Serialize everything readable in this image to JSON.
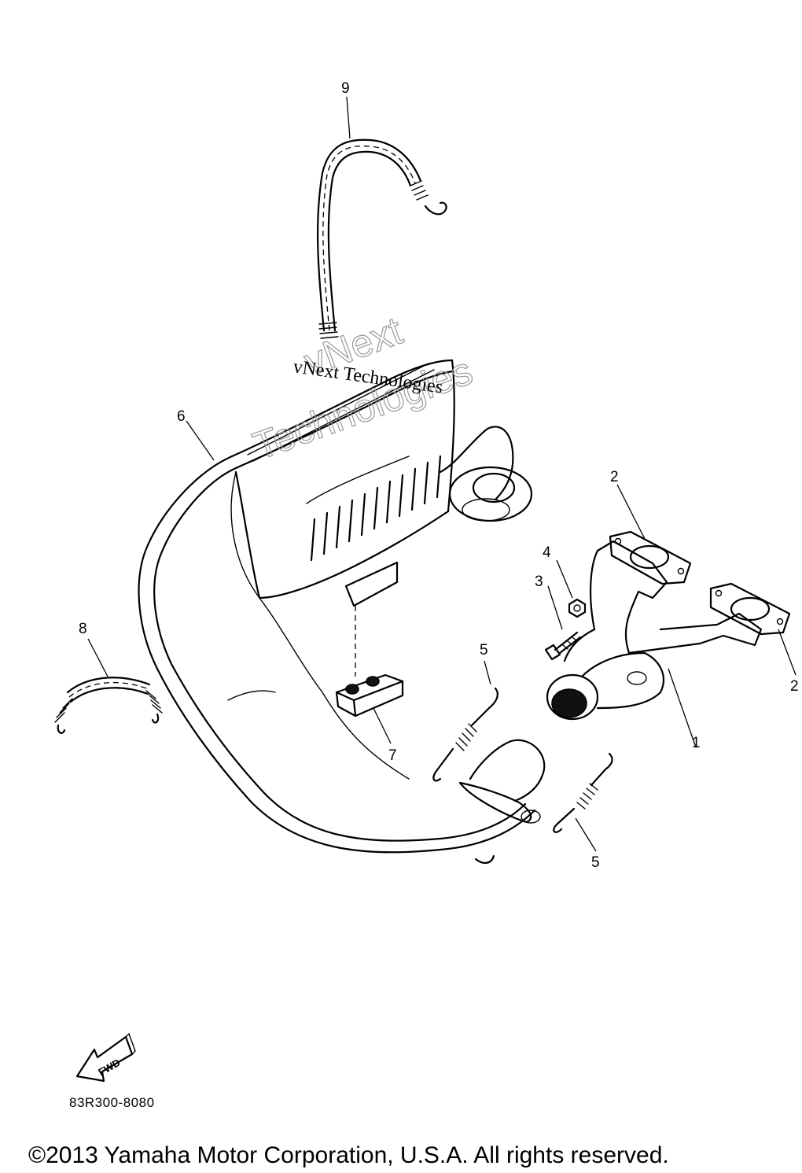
{
  "callouts": [
    "1",
    "2",
    "2",
    "3",
    "4",
    "5",
    "5",
    "6",
    "7",
    "8",
    "9"
  ],
  "watermark": {
    "primary": "vNext Technologies",
    "outline_line1": "vNext",
    "outline_line2": "Technologies"
  },
  "fwd_label": "FWD",
  "doc_code": "83R300-8080",
  "copyright": "©2013 Yamaha Motor Corporation, U.S.A. All rights reserved."
}
